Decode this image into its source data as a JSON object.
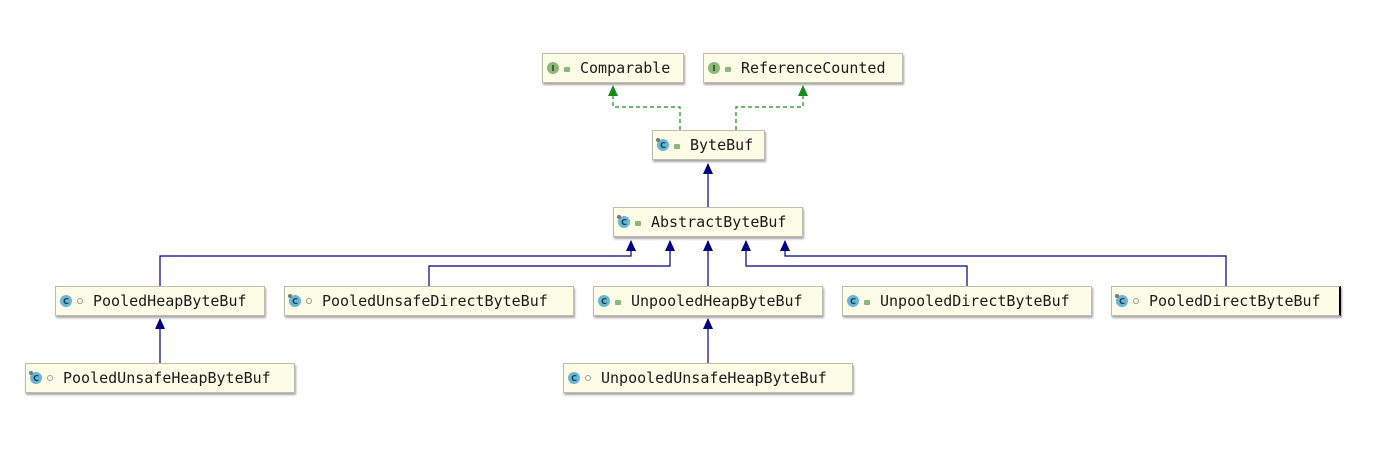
{
  "diagram": {
    "nodes": [
      {
        "id": "comparable",
        "label": "Comparable",
        "kind": "interface",
        "visibility": "public"
      },
      {
        "id": "referencecounted",
        "label": "ReferenceCounted",
        "kind": "interface",
        "visibility": "public"
      },
      {
        "id": "bytebuf",
        "label": "ByteBuf",
        "kind": "abstract-class",
        "visibility": "public"
      },
      {
        "id": "abstractbytebuf",
        "label": "AbstractByteBuf",
        "kind": "abstract-class",
        "visibility": "public"
      },
      {
        "id": "pooledheapbytebuf",
        "label": "PooledHeapByteBuf",
        "kind": "class",
        "visibility": "package-private"
      },
      {
        "id": "pooledunsafedirectbytebuf",
        "label": "PooledUnsafeDirectByteBuf",
        "kind": "final-class",
        "visibility": "package-private"
      },
      {
        "id": "unpooledheapbytebuf",
        "label": "UnpooledHeapByteBuf",
        "kind": "class",
        "visibility": "public"
      },
      {
        "id": "unpooleddirectbytebuf",
        "label": "UnpooledDirectByteBuf",
        "kind": "class",
        "visibility": "public"
      },
      {
        "id": "pooleddirectbytebuf",
        "label": "PooledDirectByteBuf",
        "kind": "final-class",
        "visibility": "package-private"
      },
      {
        "id": "pooledunsafeheapbytebuf",
        "label": "PooledUnsafeHeapByteBuf",
        "kind": "final-class",
        "visibility": "package-private"
      },
      {
        "id": "unpooledunsafeheapbytebuf",
        "label": "UnpooledUnsafeHeapByteBuf",
        "kind": "class",
        "visibility": "package-private"
      }
    ],
    "edges": [
      {
        "from": "bytebuf",
        "to": "comparable",
        "type": "implements"
      },
      {
        "from": "bytebuf",
        "to": "referencecounted",
        "type": "implements"
      },
      {
        "from": "abstractbytebuf",
        "to": "bytebuf",
        "type": "extends"
      },
      {
        "from": "pooledheapbytebuf",
        "to": "abstractbytebuf",
        "type": "extends"
      },
      {
        "from": "pooledunsafedirectbytebuf",
        "to": "abstractbytebuf",
        "type": "extends"
      },
      {
        "from": "unpooledheapbytebuf",
        "to": "abstractbytebuf",
        "type": "extends"
      },
      {
        "from": "unpooleddirectbytebuf",
        "to": "abstractbytebuf",
        "type": "extends"
      },
      {
        "from": "pooleddirectbytebuf",
        "to": "abstractbytebuf",
        "type": "extends"
      },
      {
        "from": "pooledunsafeheapbytebuf",
        "to": "pooledheapbytebuf",
        "type": "extends"
      },
      {
        "from": "unpooledunsafeheapbytebuf",
        "to": "unpooledheapbytebuf",
        "type": "extends"
      }
    ],
    "colors": {
      "implements_edge": "#1a8a1a",
      "extends_edge": "#000080",
      "node_fill": "#fdfde7",
      "node_border": "#bdbdae"
    },
    "icons": {
      "interface": "interface-icon",
      "class": "class-icon",
      "abstract-class": "abstract-class-icon",
      "final-class": "final-class-icon",
      "public": "public-visibility-icon",
      "package-private": "package-private-visibility-icon"
    }
  }
}
